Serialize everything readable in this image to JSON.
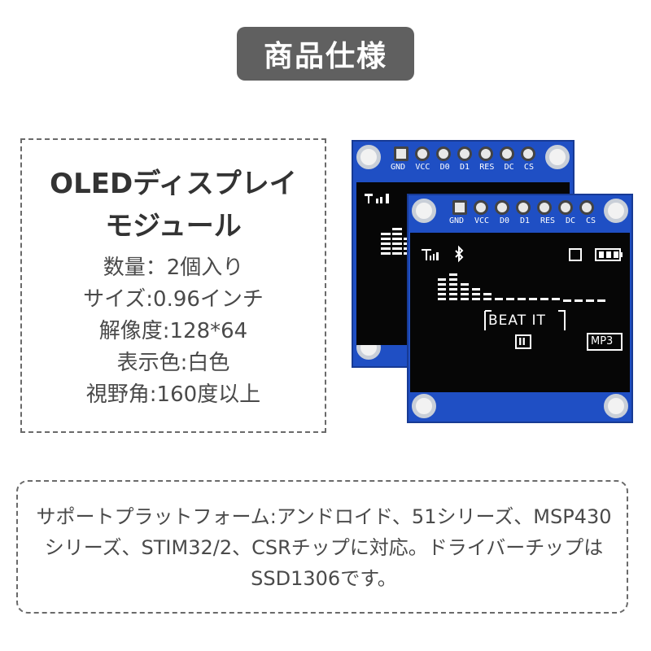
{
  "title": "商品仕様",
  "spec": {
    "heading_line1": "OLEDディスプレイ",
    "heading_line2": "モジュール",
    "items": [
      "数量：2個入り",
      "サイズ:0.96インチ",
      "解像度:128*64",
      "表示色:白色",
      "視野角:160度以上"
    ]
  },
  "module": {
    "pins": [
      "GND",
      "VCC",
      "D0",
      "D1",
      "RES",
      "DC",
      "CS"
    ],
    "screen_song": "BEAT IT",
    "screen_badge": "MP3",
    "screen_pause": "II"
  },
  "note": "サポートプラットフォーム:アンドロイド、51シリーズ、MSP430シリーズ、STIM32/2、CSRチップに対応。ドライバーチップはSSD1306です。"
}
